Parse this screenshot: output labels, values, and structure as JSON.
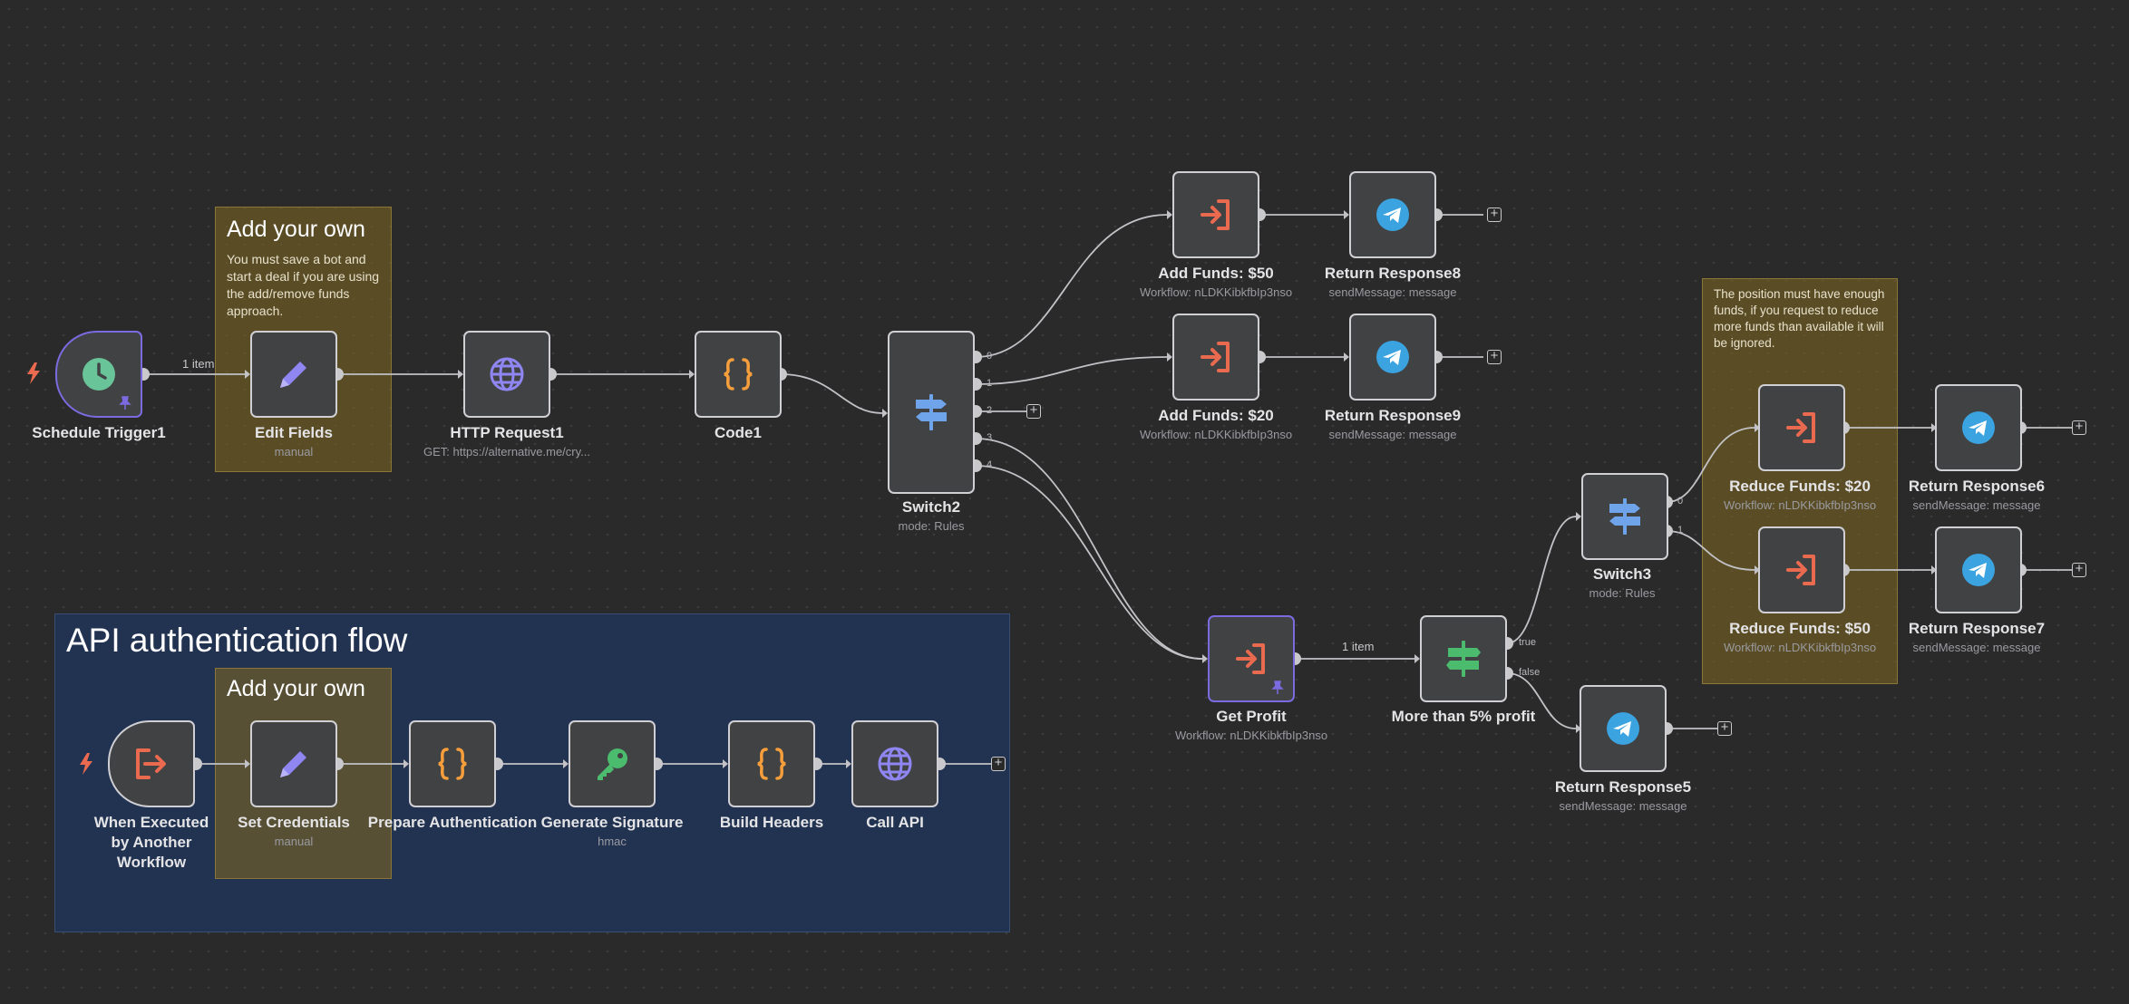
{
  "stickies": {
    "edit_fields_note": {
      "title": "Add your own",
      "text": "You must save a bot and start a deal if you are using the add/remove funds approach."
    },
    "credentials_note": {
      "title": "Add your own"
    },
    "reduce_funds_note": {
      "text": "The position must have enough funds, if you request to reduce more funds than available it will be ignored."
    },
    "api_group": {
      "title": "API authentication flow"
    }
  },
  "nodes": {
    "schedule_trigger": {
      "label": "Schedule Trigger1",
      "icon": "clock-icon"
    },
    "edit_fields": {
      "label": "Edit Fields",
      "sub": "manual",
      "icon": "pencil-icon"
    },
    "http_request1": {
      "label": "HTTP Request1",
      "sub": "GET: https://alternative.me/cry...",
      "icon": "globe-icon"
    },
    "code1": {
      "label": "Code1",
      "icon": "braces-icon"
    },
    "switch2": {
      "label": "Switch2",
      "sub": "mode: Rules",
      "icon": "signpost-icon",
      "outputs": [
        "0",
        "1",
        "2",
        "3",
        "4"
      ]
    },
    "add_funds_50": {
      "label": "Add Funds: $50",
      "sub": "Workflow: nLDKKibkfbIp3nso",
      "icon": "sign-in-icon"
    },
    "add_funds_20": {
      "label": "Add Funds: $20",
      "sub": "Workflow: nLDKKibkfbIp3nso",
      "icon": "sign-in-icon"
    },
    "return_response8": {
      "label": "Return Response8",
      "sub": "sendMessage: message",
      "icon": "telegram-icon"
    },
    "return_response9": {
      "label": "Return Response9",
      "sub": "sendMessage: message",
      "icon": "telegram-icon"
    },
    "get_profit": {
      "label": "Get Profit",
      "sub": "Workflow: nLDKKibkfbIp3nso",
      "icon": "sign-in-icon"
    },
    "more_than_5": {
      "label": "More than 5% profit",
      "icon": "if-icon",
      "outputs": [
        "true",
        "false"
      ]
    },
    "switch3": {
      "label": "Switch3",
      "sub": "mode: Rules",
      "icon": "signpost-icon",
      "outputs": [
        "0",
        "1"
      ]
    },
    "reduce_funds_20": {
      "label": "Reduce Funds: $20",
      "sub": "Workflow: nLDKKibkfbIp3nso",
      "icon": "sign-in-icon"
    },
    "reduce_funds_50": {
      "label": "Reduce Funds: $50",
      "sub": "Workflow: nLDKKibkfbIp3nso",
      "icon": "sign-in-icon"
    },
    "return_response6": {
      "label": "Return Response6",
      "sub": "sendMessage: message",
      "icon": "telegram-icon"
    },
    "return_response7": {
      "label": "Return Response7",
      "sub": "sendMessage: message",
      "icon": "telegram-icon"
    },
    "return_response5": {
      "label": "Return Response5",
      "sub": "sendMessage: message",
      "icon": "telegram-icon"
    },
    "executed_by_workflow": {
      "label": "When Executed by Another Workflow",
      "icon": "exit-icon"
    },
    "set_credentials": {
      "label": "Set Credentials",
      "sub": "manual",
      "icon": "pencil-icon"
    },
    "prepare_auth": {
      "label": "Prepare Authentication",
      "icon": "braces-icon"
    },
    "generate_signature": {
      "label": "Generate Signature",
      "sub": "hmac",
      "icon": "key-icon"
    },
    "build_headers": {
      "label": "Build Headers",
      "icon": "braces-icon"
    },
    "call_api": {
      "label": "Call API",
      "icon": "globe-icon"
    }
  },
  "edge_labels": {
    "schedule_to_edit": "1 item",
    "profit_to_if": "1 item"
  },
  "colors": {
    "canvas": "#2a2a2b",
    "node_bg": "#414244",
    "node_border": "#cfcfd4",
    "selected_border": "#7a6be0",
    "sticky_yellow": "#786224",
    "sticky_blue": "#223352",
    "trigger_bolt": "#ea6a50",
    "clock": "#6ac49a",
    "pencil": "#8f86f2",
    "globe": "#8f86f2",
    "braces": "#f59e3b",
    "signpost": "#6fa3ea",
    "sign_in": "#ea6a50",
    "telegram": "#3aa3e0",
    "if_green": "#4bbb6e",
    "key": "#4bbb6e"
  }
}
